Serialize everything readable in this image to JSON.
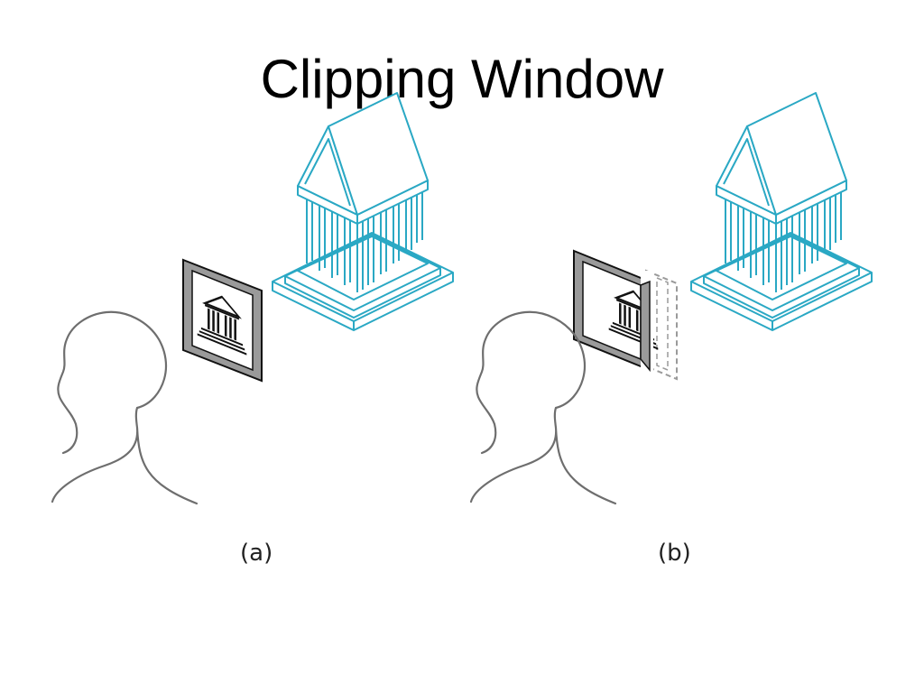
{
  "title": "Clipping Window",
  "panels": [
    {
      "id": "a",
      "caption": "(a)"
    },
    {
      "id": "b",
      "caption": "(b)"
    }
  ],
  "colors": {
    "temple": "#2aa8c4",
    "head": "#6e6e6e",
    "frame": "#9a9a9a",
    "frame_edge": "#111111",
    "dashed_outline": "#9a9a9a"
  },
  "icons": [
    "person-head-icon",
    "temple-icon",
    "clipping-window-icon"
  ]
}
